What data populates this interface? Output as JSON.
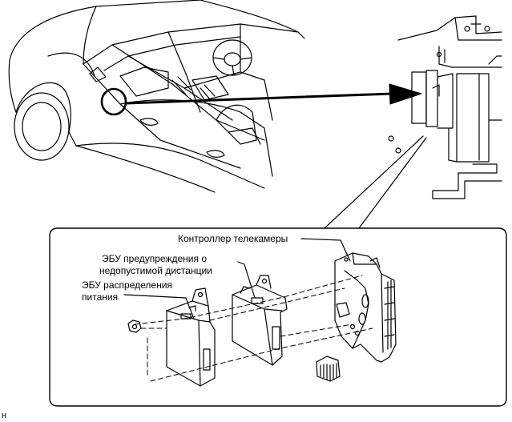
{
  "labels": {
    "camera_controller": "Контроллер телекамеры",
    "collision_warning_ecu_line1": "ЭБУ предупреждения о",
    "collision_warning_ecu_line2": "недопустимой дистанции",
    "power_distribution_ecu_line1": "ЭБУ распределения",
    "power_distribution_ecu_line2": "питания"
  },
  "figure_ref": "н",
  "colors": {
    "line": "#000000",
    "background": "#ffffff"
  }
}
